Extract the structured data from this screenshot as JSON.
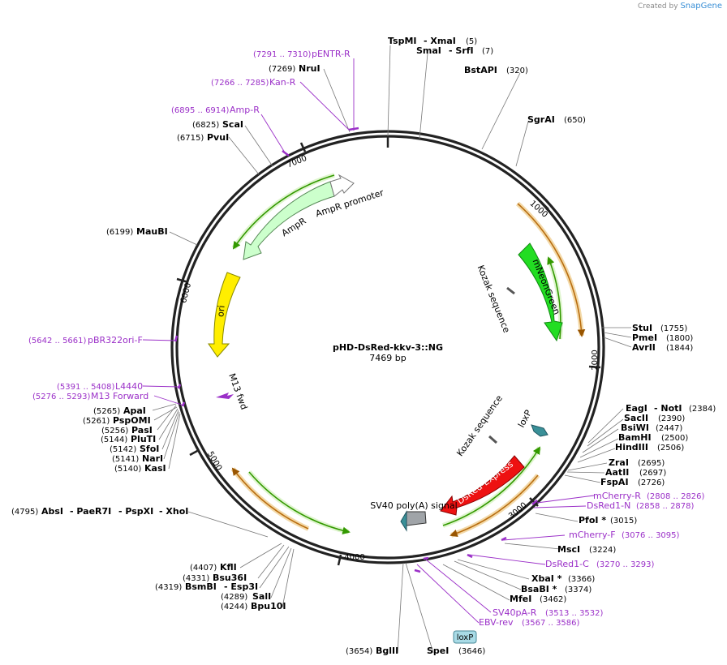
{
  "credit": {
    "prefix": "Created by",
    "brand": "SnapGene"
  },
  "plasmid": {
    "name": "pHD-DsRed-kkv-3::NG",
    "length": "7469 bp"
  },
  "ticks": [
    "1000",
    "2000",
    "3000",
    "4000",
    "5000",
    "6000",
    "7000"
  ],
  "features": {
    "mneongreen": "mNeonGreen",
    "kozak1": "Kozak sequence",
    "kozak2": "Kozak sequence",
    "loxp": "loxP",
    "dsred": "DsRed-Express",
    "sv40": "SV40 poly(A) signal",
    "m13": "M13 fwd",
    "ori": "ori",
    "ampr": "AmpR",
    "ampr_promoter": "AmpR promoter",
    "loxp_box": "loxP"
  },
  "labels": {
    "tspmi": "TspMI",
    "tspmi_dash": "- XmaI",
    "tspmi_num": "(5)",
    "smai": "SmaI",
    "smai_dash": "- SrfI",
    "smai_num": "(7)",
    "bstapi": "BstAPI",
    "bstapi_num": "(320)",
    "sgrai": "SgrAI",
    "sgrai_num": "(650)",
    "stui": "StuI",
    "stui_num": "(1755)",
    "pmei": "PmeI",
    "pmei_num": "(1800)",
    "avrii": "AvrII",
    "avrii_num": "(1844)",
    "eagi": "EagI",
    "eagi_dash": "- NotI",
    "eagi_num": "(2384)",
    "sacii": "SacII",
    "sacii_num": "(2390)",
    "bsiwi": "BsiWI",
    "bsiwi_num": "(2447)",
    "bamhi": "BamHI",
    "bamhi_num": "(2500)",
    "hindiii": "HindIII",
    "hindiii_num": "(2506)",
    "zrai": "ZraI",
    "zrai_num": "(2695)",
    "aatii": "AatII",
    "aatii_num": "(2697)",
    "fspai": "FspAI",
    "fspai_num": "(2726)",
    "mcherry_r": "mCherry-R",
    "mcherry_r_num": "(2808 .. 2826)",
    "dsred1_n": "DsRed1-N",
    "dsred1_n_num": "(2858 .. 2878)",
    "pfoi": "PfoI *",
    "pfoi_num": "(3015)",
    "mcherry_f": "mCherry-F",
    "mcherry_f_num": "(3076 .. 3095)",
    "msci": "MscI",
    "msci_num": "(3224)",
    "dsred1_c": "DsRed1-C",
    "dsred1_c_num": "(3270 .. 3293)",
    "xbai": "XbaI *",
    "xbai_num": "(3366)",
    "bsabi": "BsaBI *",
    "bsabi_num": "(3374)",
    "mfei": "MfeI",
    "mfei_num": "(3462)",
    "sv40pa_r": "SV40pA-R",
    "sv40pa_r_num": "(3513 .. 3532)",
    "ebv_rev": "EBV-rev",
    "ebv_rev_num": "(3567 .. 3586)",
    "spei": "SpeI",
    "spei_num": "(3646)",
    "bglii": "BglII",
    "bglii_num": "(3654)",
    "kfli": "KflI",
    "kfli_num": "(4407)",
    "bsu36i": "Bsu36I",
    "bsu36i_num": "(4331)",
    "bsmbi": "BsmBI",
    "bsmbi_dash": "- Esp3I",
    "bsmbi_num": "(4319)",
    "sali": "SalI",
    "sali_num": "(4289)",
    "bpu10i": "Bpu10I",
    "bpu10i_num": "(4244)",
    "absi_num": "(4795)",
    "absi": "AbsI",
    "paer7i": "- PaeR7I",
    "pspxi": "- PspXI",
    "xhoi": "- XhoI",
    "kasi": "KasI",
    "kasi_num": "(5140)",
    "nari": "NarI",
    "nari_num": "(5141)",
    "sfoi": "SfoI",
    "sfoi_num": "(5142)",
    "pluti": "PluTI",
    "pluti_num": "(5144)",
    "pasi": "PasI",
    "pasi_num": "(5256)",
    "pspomi": "PspOMI",
    "pspomi_num": "(5261)",
    "apai": "ApaI",
    "apai_num": "(5265)",
    "m13fwd": "M13 Forward",
    "m13fwd_num": "(5276 .. 5293)",
    "l4440": "L4440",
    "l4440_num": "(5391 .. 5408)",
    "pbr322": "pBR322ori-F",
    "pbr322_num": "(5642 .. 5661)",
    "maubi": "MauBI",
    "maubi_num": "(6199)",
    "pvui": "PvuI",
    "pvui_num": "(6715)",
    "scai": "ScaI",
    "scai_num": "(6825)",
    "ampr_primer": "Amp-R",
    "ampr_primer_num": "(6895 .. 6914)",
    "kanr": "Kan-R",
    "kanr_num": "(7266 .. 7285)",
    "nrui": "NruI",
    "nrui_num": "(7269)",
    "pentr": "pENTR-R",
    "pentr_num": "(7291 .. 7310)"
  },
  "colors": {
    "backbone": "#222222",
    "mneongreen": "#22dd22",
    "dsred": "#ee1111",
    "ori": "#ffee00",
    "ampr": "#ccffcc",
    "cds_orange": "#e8a040",
    "cds_green": "#339900",
    "primer": "#9b30c8",
    "sv40": "#a0a4a8",
    "loxp": "#3a9098"
  }
}
